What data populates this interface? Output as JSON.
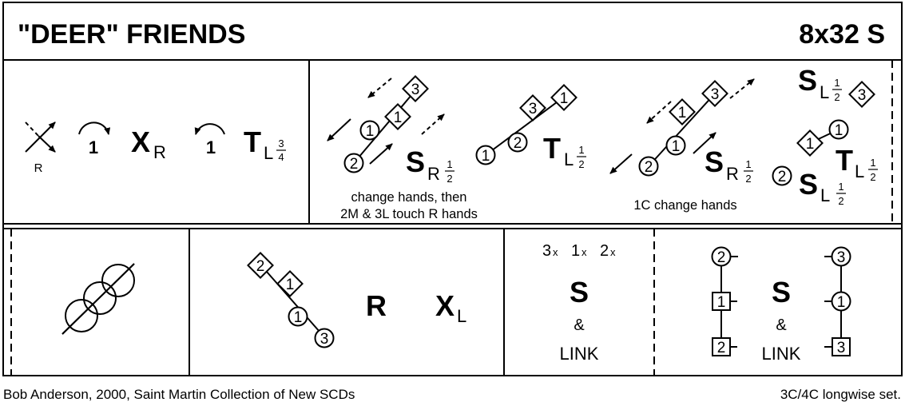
{
  "card": {
    "title": "\"DEER\" FRIENDS",
    "format": "8x32 S",
    "footer_left": "Bob Anderson, 2000, Saint Martin Collection of New SCDs",
    "footer_right": "3C/4C longwise set."
  },
  "bar1": {
    "cast_label": "R",
    "turn1_number": "1",
    "cross_letter": "X",
    "cross_sub": "R",
    "turn2_number": "1",
    "turn_letter": "T",
    "turn_sub": "L",
    "turn_frac_num": "3",
    "turn_frac_den": "4"
  },
  "bar2": {
    "fig_a": {
      "dancers": [
        "3",
        "1",
        "1",
        "2"
      ],
      "letter": "S",
      "sub": "R",
      "num": "1",
      "den": "2"
    },
    "note_a": "change hands, then",
    "note_b": "2M & 3L touch R hands",
    "fig_b": {
      "dancers": [
        "3",
        "1",
        "1",
        "2"
      ],
      "letter": "T",
      "sub": "L",
      "num": "1",
      "den": "2"
    },
    "fig_c": {
      "dancers": [
        "3",
        "1",
        "1",
        "2"
      ],
      "letter": "S",
      "sub": "R",
      "num": "1",
      "den": "2"
    },
    "note_c": "1C change hands",
    "fig_d": {
      "top": {
        "letter": "S",
        "sub": "L",
        "num": "1",
        "den": "2",
        "dancer": "3"
      },
      "mid": {
        "dancers": [
          "1",
          "1"
        ],
        "letter": "T",
        "sub": "L",
        "num": "1",
        "den": "2"
      },
      "bot": {
        "dancer": "2",
        "letter": "S",
        "sub": "L",
        "num": "1",
        "den": "2"
      }
    }
  },
  "bar4": {
    "dancers": [
      "2",
      "1",
      "1",
      "3"
    ],
    "letter_r": "R",
    "cross_letter": "X",
    "cross_sub": "L"
  },
  "bar5": {
    "order": [
      {
        "n": "3",
        "x": "x"
      },
      {
        "n": "1",
        "x": "x"
      },
      {
        "n": "2",
        "x": "x"
      }
    ],
    "letter": "S",
    "amp": "&",
    "link": "LINK"
  },
  "bar6": {
    "left_col": [
      "2",
      "1",
      "2"
    ],
    "right_col": [
      "3",
      "1",
      "3"
    ],
    "letter": "S",
    "amp": "&",
    "link": "LINK"
  }
}
